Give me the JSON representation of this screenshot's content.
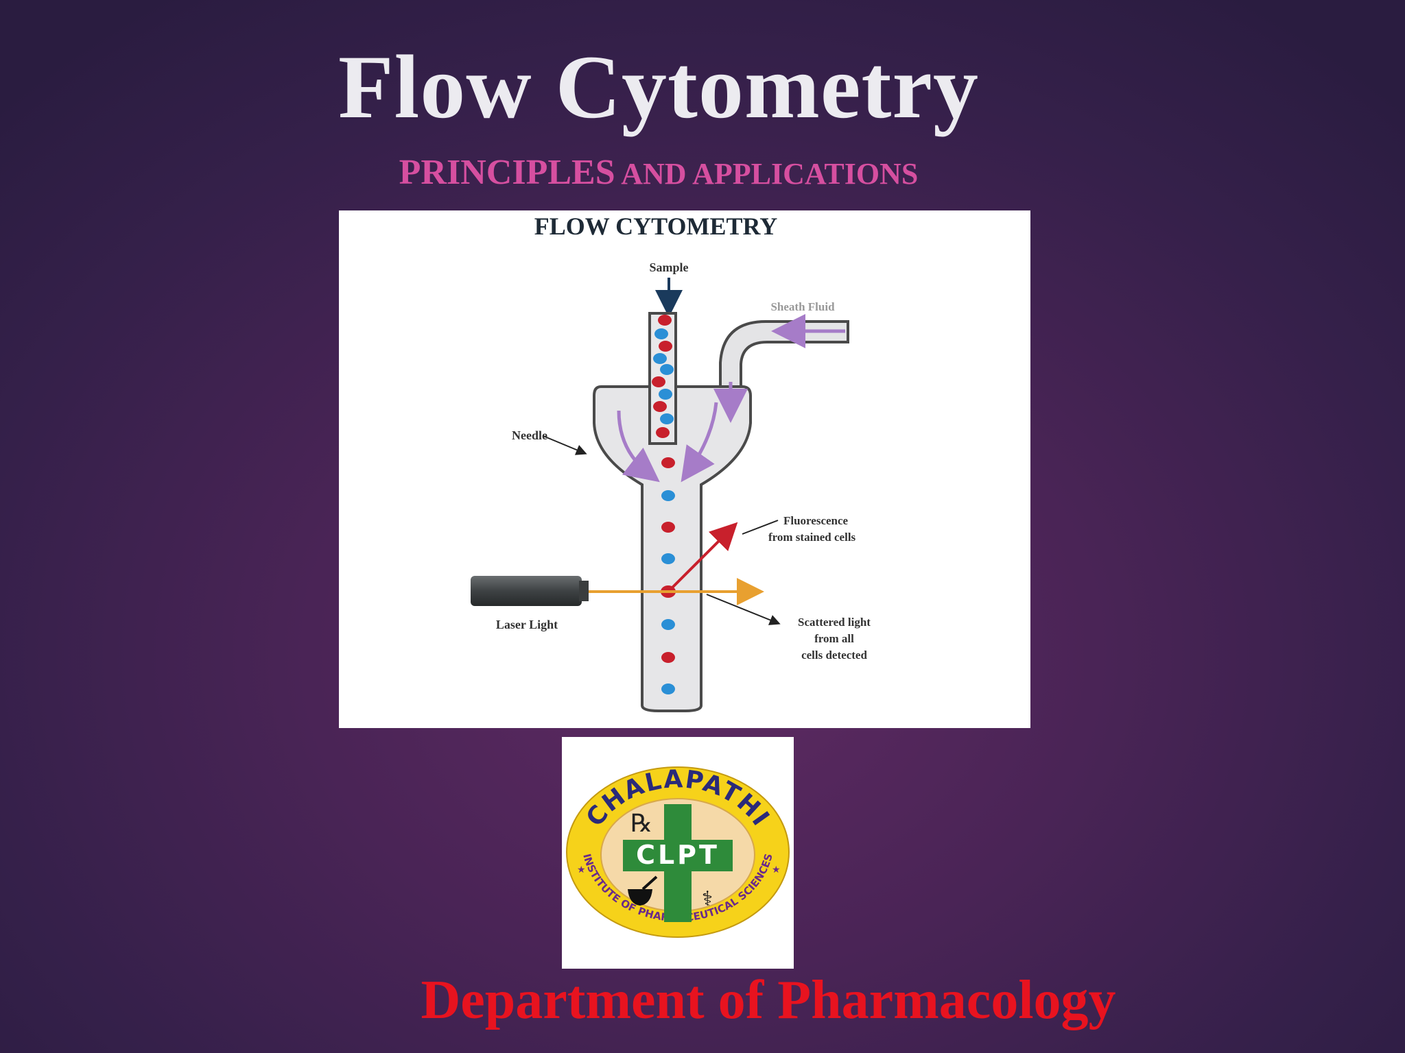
{
  "slide": {
    "title": "Flow Cytometry",
    "subtitle_big": "PRINCIPLES",
    "subtitle_small": " AND APPLICATIONS",
    "department": "Department of Pharmacology"
  },
  "diagram": {
    "heading": "FLOW CYTOMETRY",
    "labels": {
      "sample": "Sample",
      "sheath_fluid": "Sheath Fluid",
      "needle": "Needle",
      "fluorescence_1": "Fluorescence",
      "fluorescence_2": "from stained cells",
      "laser": "Laser Light",
      "scattered_1": "Scattered light",
      "scattered_2": "from all",
      "scattered_3": "cells detected"
    }
  },
  "logo": {
    "arc_top": "CHALAPATHI",
    "arc_bottom": "INSTITUTE OF PHARMACEUTICAL SCIENCES",
    "center": "CLPT",
    "rx": "℞"
  },
  "colors": {
    "title": "#ecebf0",
    "subtitle": "#d64fa0",
    "department": "#e8131f",
    "cell_red": "#c8202c",
    "cell_blue": "#2a8fd6",
    "arrow_purple": "#a67cc8",
    "laser_beam": "#e8a030",
    "logo_yellow": "#f6d21a",
    "logo_green": "#2e8b3a"
  }
}
